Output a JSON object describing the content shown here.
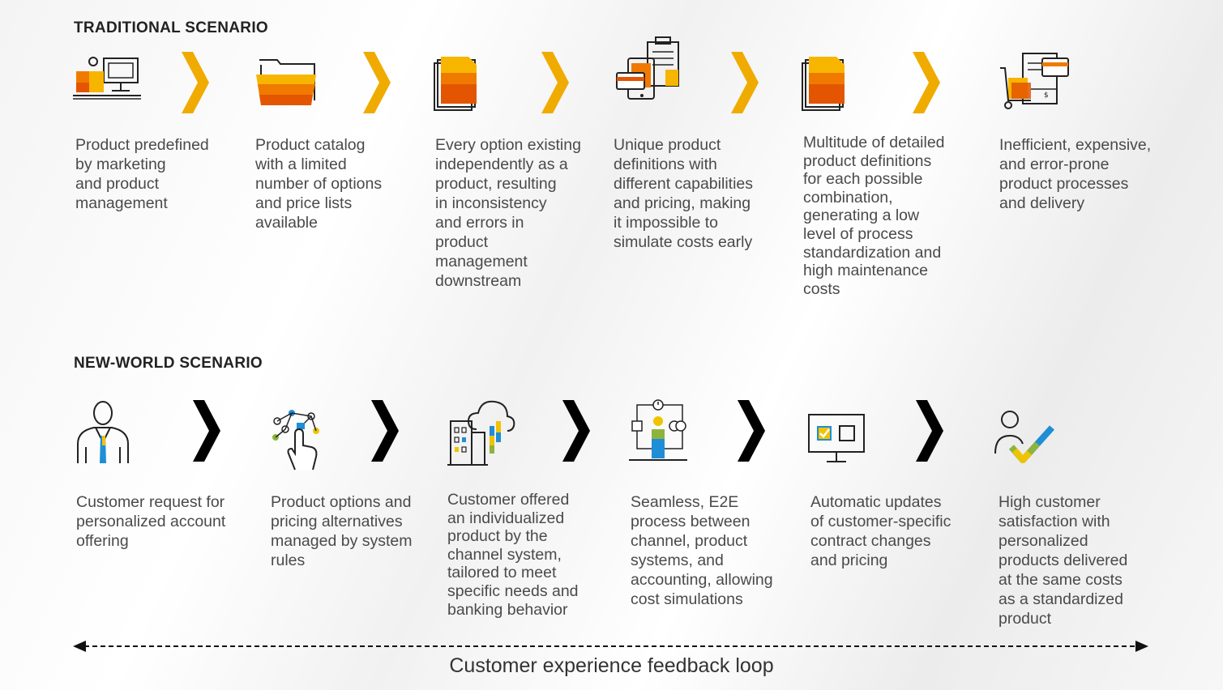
{
  "traditional": {
    "title": "TRADITIONAL SCENARIO",
    "steps": [
      {
        "icon": "person-at-computer-icon",
        "text": "Product predefined\nby marketing\nand product\nmanagement"
      },
      {
        "icon": "folder-icon",
        "text": "Product catalog\nwith a limited\nnumber of options\nand price lists\navailable"
      },
      {
        "icon": "document-stack-icon",
        "text": "Every option existing\nindependently as a\nproduct, resulting\nin inconsistency\nand errors in\nproduct\nmanagement\ndownstream"
      },
      {
        "icon": "payment-devices-icon",
        "text": "Unique product\ndefinitions with\ndifferent capabilities\nand pricing, making\nit impossible to\nsimulate costs early"
      },
      {
        "icon": "document-stack-icon",
        "text": "Multitude of detailed\nproduct definitions\nfor each possible\ncombination,\ngenerating a low\nlevel of process\nstandardization and\nhigh maintenance\ncosts"
      },
      {
        "icon": "delivery-cart-invoice-icon",
        "text": "Inefficient, expensive,\nand error-prone\nproduct processes\nand delivery"
      }
    ]
  },
  "new_world": {
    "title": "NEW-WORLD SCENARIO",
    "steps": [
      {
        "icon": "business-person-icon",
        "text": "Customer request for\npersonalized account\noffering"
      },
      {
        "icon": "hand-touch-network-icon",
        "text": "Product options and\npricing alternatives\nmanaged by system\nrules"
      },
      {
        "icon": "cloud-building-icon",
        "text": "Customer offered\nan individualized\nproduct by the\nchannel system,\ntailored to meet\nspecific needs and\nbanking behavior"
      },
      {
        "icon": "person-process-icon",
        "text": "Seamless, E2E\nprocess between\nchannel, product\nsystems, and\naccounting, allowing\ncost simulations"
      },
      {
        "icon": "monitor-checkbox-icon",
        "text": "Automatic updates\nof customer-specific\ncontract changes\nand pricing"
      },
      {
        "icon": "person-checkmark-icon",
        "text": "High customer\nsatisfaction with\npersonalized\nproducts delivered\nat the same costs\nas a standardized\nproduct"
      }
    ]
  },
  "feedback_loop": {
    "label": "Customer experience feedback loop"
  },
  "colors": {
    "traditional_chevron": "#f0ab00",
    "new_world_chevron": "#000000",
    "orange_dark": "#e35500",
    "orange_mid": "#f07a00",
    "orange_light": "#f7b500",
    "blue": "#1f8ed6",
    "green": "#8db43c",
    "yellow": "#f0c300"
  }
}
